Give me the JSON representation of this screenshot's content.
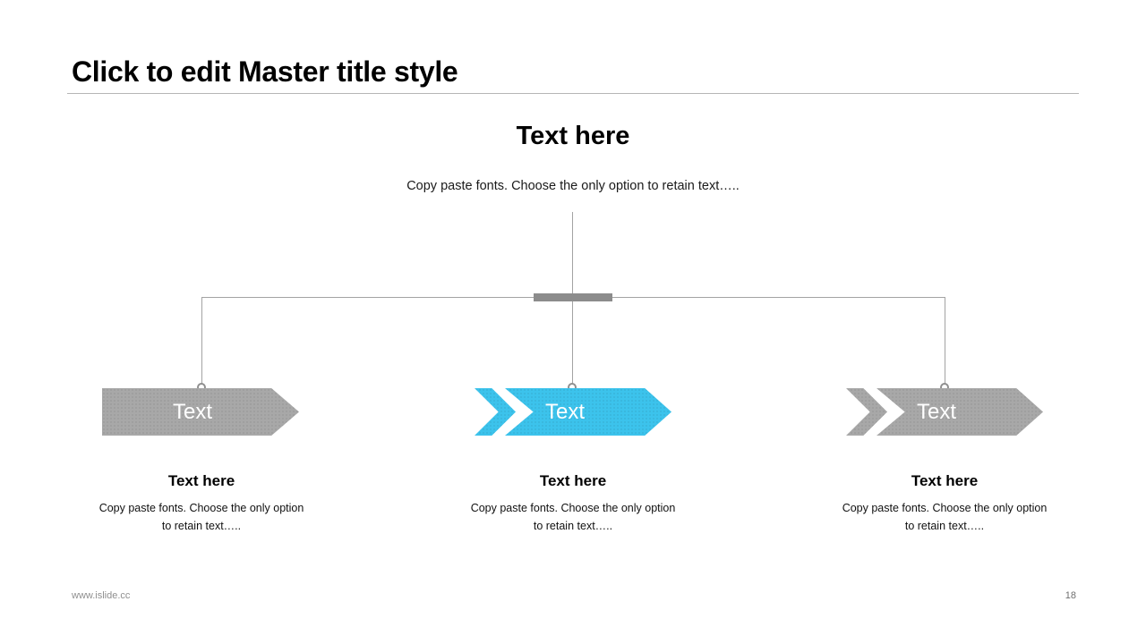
{
  "slide": {
    "title": "Click to edit Master title style",
    "footer": {
      "website": "www.islide.cc",
      "page_number": "18"
    }
  },
  "diagram": {
    "heading": "Text here",
    "subtitle": "Copy paste fonts. Choose the only option to retain text…..",
    "colors": {
      "gray": "#a8a8a8",
      "blue": "#3cc3ec",
      "connector": "#a3a3a3",
      "dash": "#8c8c8c"
    },
    "items": [
      {
        "arrow_label": "Text",
        "title": "Text here",
        "description": "Copy paste fonts. Choose the only option to retain text…..",
        "color": "#a8a8a8"
      },
      {
        "arrow_label": "Text",
        "title": "Text here",
        "description": "Copy paste fonts. Choose the only option to retain text…..",
        "color": "#3cc3ec"
      },
      {
        "arrow_label": "Text",
        "title": "Text here",
        "description": "Copy paste fonts. Choose the only option to retain text…..",
        "color": "#a8a8a8"
      }
    ]
  }
}
